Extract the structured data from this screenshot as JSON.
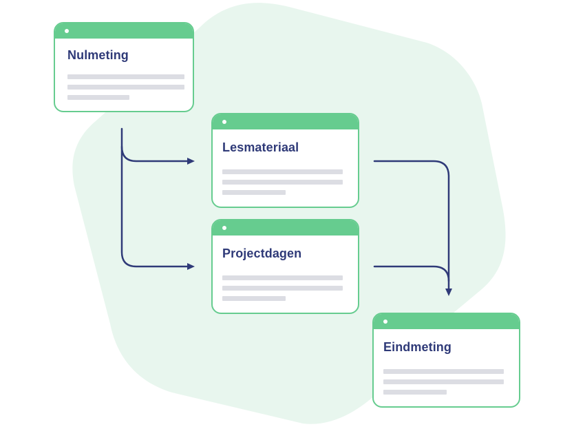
{
  "colors": {
    "background_blob": "#e8f6ee",
    "card_accent": "#66cc8f",
    "title_text": "#2f3a78",
    "connector": "#2f3a78",
    "placeholder_line": "#dcdde3"
  },
  "cards": {
    "nulmeting": {
      "title": "Nulmeting"
    },
    "lesmateriaal": {
      "title": "Lesmateriaal"
    },
    "projectdagen": {
      "title": "Projectdagen"
    },
    "eindmeting": {
      "title": "Eindmeting"
    }
  },
  "connections": [
    {
      "from": "nulmeting",
      "to": "lesmateriaal"
    },
    {
      "from": "nulmeting",
      "to": "projectdagen"
    },
    {
      "from": "lesmateriaal",
      "to": "eindmeting"
    },
    {
      "from": "projectdagen",
      "to": "eindmeting"
    }
  ]
}
